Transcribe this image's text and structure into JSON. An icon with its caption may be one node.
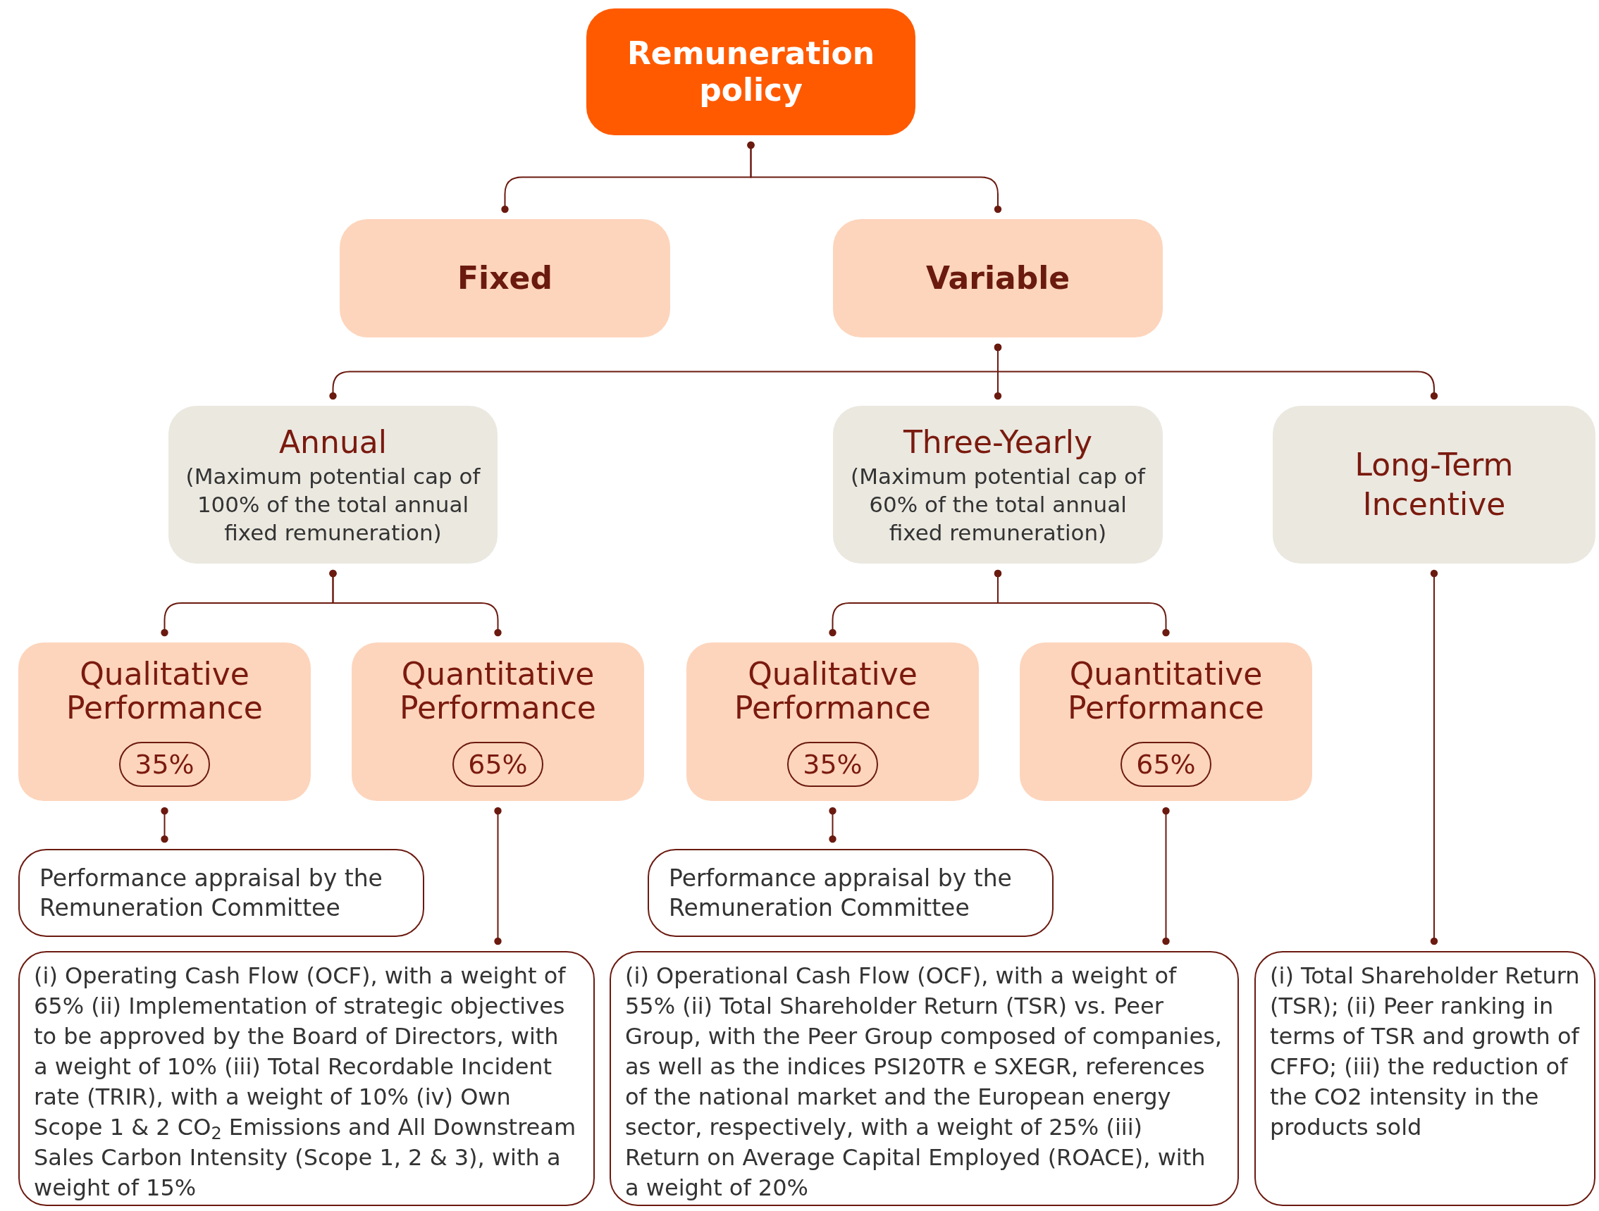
{
  "diagram": {
    "nodes": [
      {
        "text": [
          "Remuneration policy"
        ]
      },
      {
        "text": [
          "Fixed"
        ]
      },
      {
        "text": [
          "Variable"
        ]
      },
      {
        "text": [
          "Annual",
          "(Maximum potential cap of 100% of the total annual fixed remuneration)"
        ]
      },
      {
        "text": [
          "Three-Yearly",
          "(Maximum potential cap of 60% of the total annual fixed remuneration)"
        ]
      },
      {
        "text": [
          "Long-Term Incentive"
        ]
      },
      {
        "text": [
          "Qualitative Performance"
        ]
      },
      {
        "text": [
          "35%"
        ],
        "in": 6
      },
      {
        "text": [
          "Quantitative Performance"
        ]
      },
      {
        "text": [
          "65%"
        ],
        "in": 8
      },
      {
        "text": [
          "Qualitative Performance"
        ]
      },
      {
        "text": [
          "35%"
        ],
        "in": 10
      },
      {
        "text": [
          "Quantitative Performance"
        ]
      },
      {
        "text": [
          "65%"
        ],
        "in": 12
      },
      {
        "text": [
          "Performance appraisal by the Remuneration Committee"
        ]
      },
      {
        "text": [
          "(i) Operating Cash Flow (OCF), with a weight of 65% (ii) Implementation of strategic objectives to be approved by the Board of Directors, with a weight of 10% (iii) Total Recordable Incident rate (TRIR), with a weight of 10% (iv) Own Scope 1 & 2 CO$_{2}$ Emissions and All Downstream Sales Carbon Intensity (Scope 1, 2 & 3), with a weight of 15%"
        ]
      },
      {
        "text": [
          "Performance appraisal by the Remuneration Committee"
        ]
      },
      {
        "text": [
          "(i) Operational Cash Flow (OCF), with a weight of 55% (ii) Total Shareholder Return (TSR) vs. Peer Group, with the Peer Group composed of companies, as well as the indices PSI20TR e SXEGR, references of the national market and the European energy sector, respectively, with a weight of 25% (iii) Return on Average Capital Employed (ROACE), with a weight of 20%"
        ]
      },
      {
        "text": [
          "(i) Total Shareholder Return (TSR); (ii) Peer ranking in terms of TSR and growth of CFFO; (iii) the reduction of the CO2 intensity in the products sold"
        ]
      }
    ],
    "edges": [
      {
        "from": 0,
        "to": 1,
        "arrow": "other"
      },
      {
        "from": 0,
        "to": 2,
        "arrow": "other"
      },
      {
        "from": 2,
        "to": 3,
        "arrow": "other"
      },
      {
        "from": 2,
        "to": 4,
        "arrow": "other"
      },
      {
        "from": 2,
        "to": 5,
        "arrow": "other"
      },
      {
        "from": 3,
        "to": 6,
        "arrow": "other"
      },
      {
        "from": 3,
        "to": 8,
        "arrow": "other"
      },
      {
        "from": 4,
        "to": 10,
        "arrow": "other"
      },
      {
        "from": 4,
        "to": 12,
        "arrow": "other"
      },
      {
        "from": 6,
        "to": 14,
        "arrow": "other"
      },
      {
        "from": 8,
        "to": 15,
        "arrow": "other"
      },
      {
        "from": 10,
        "to": 16,
        "arrow": "other"
      },
      {
        "from": 12,
        "to": 17,
        "arrow": "other"
      },
      {
        "from": 5,
        "to": 18,
        "arrow": "other"
      }
    ]
  }
}
